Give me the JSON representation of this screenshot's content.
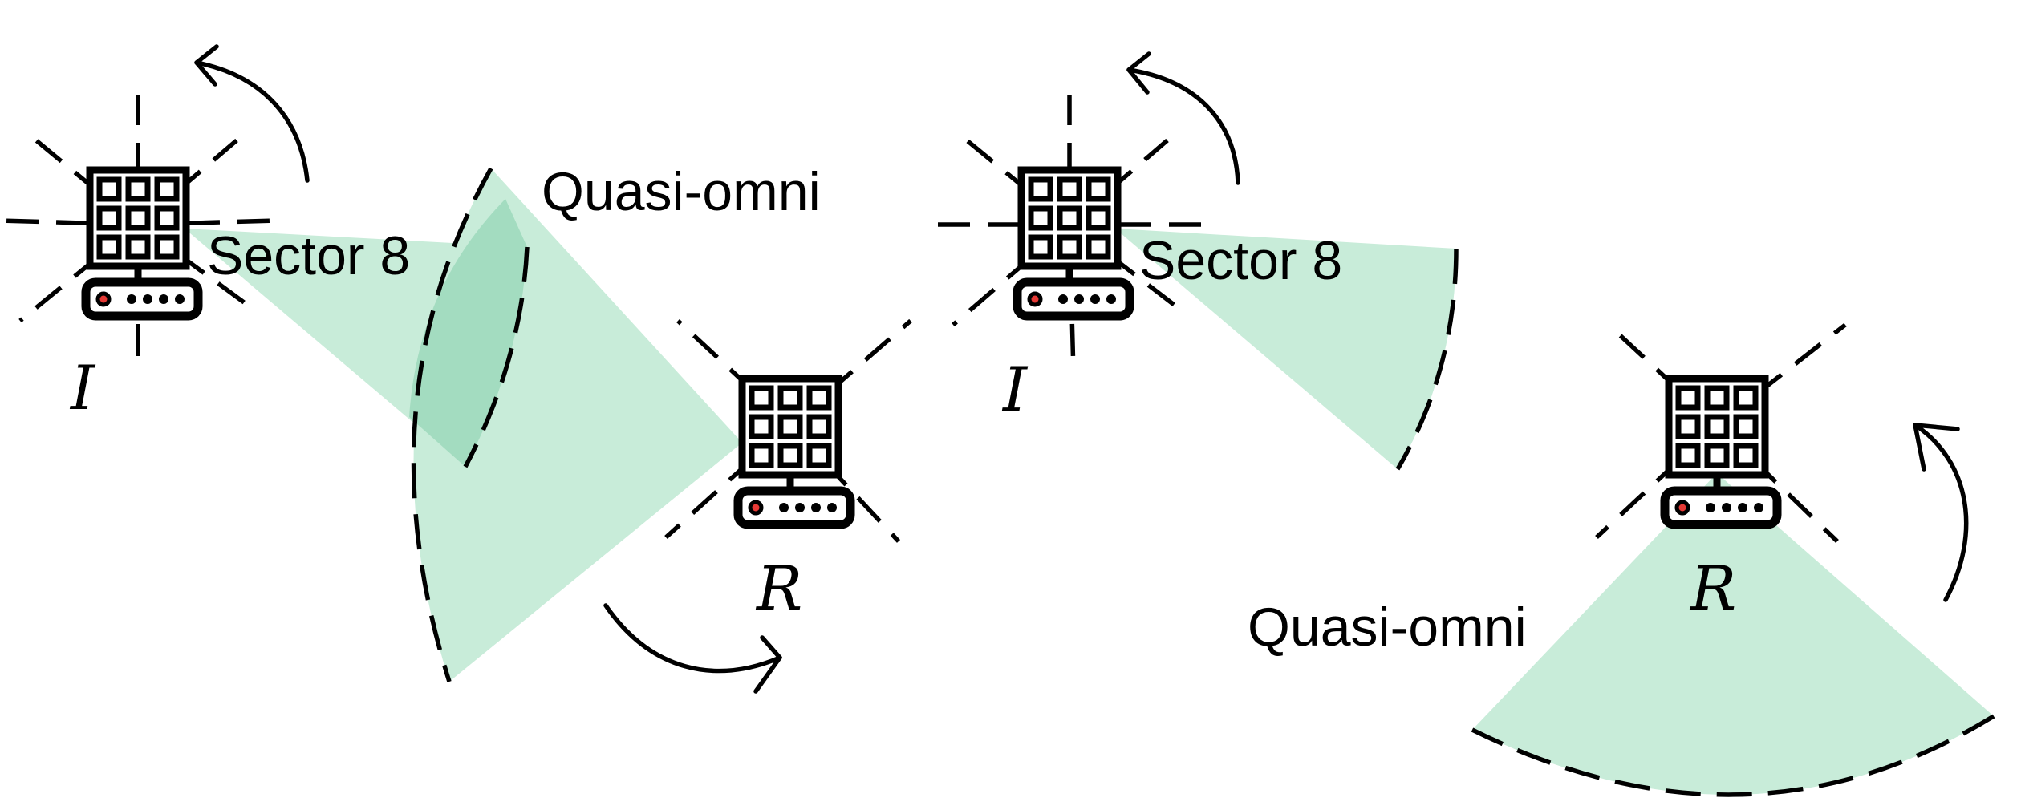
{
  "left_scene": {
    "initiator": {
      "label": "I",
      "sector_label": "Sector 8"
    },
    "responder": {
      "label": "R",
      "beam_label": "Quasi-omni"
    }
  },
  "right_scene": {
    "initiator": {
      "label": "I",
      "sector_label": "Sector 8"
    },
    "responder": {
      "label": "R",
      "beam_label": "Quasi-omni"
    }
  },
  "colors": {
    "beam": "#c8ecd9",
    "beam_overlap": "#a3dcc0",
    "led": "#e53935",
    "stroke": "#000000"
  },
  "icons": [
    "access-point-icon",
    "rotation-arrow-icon"
  ]
}
